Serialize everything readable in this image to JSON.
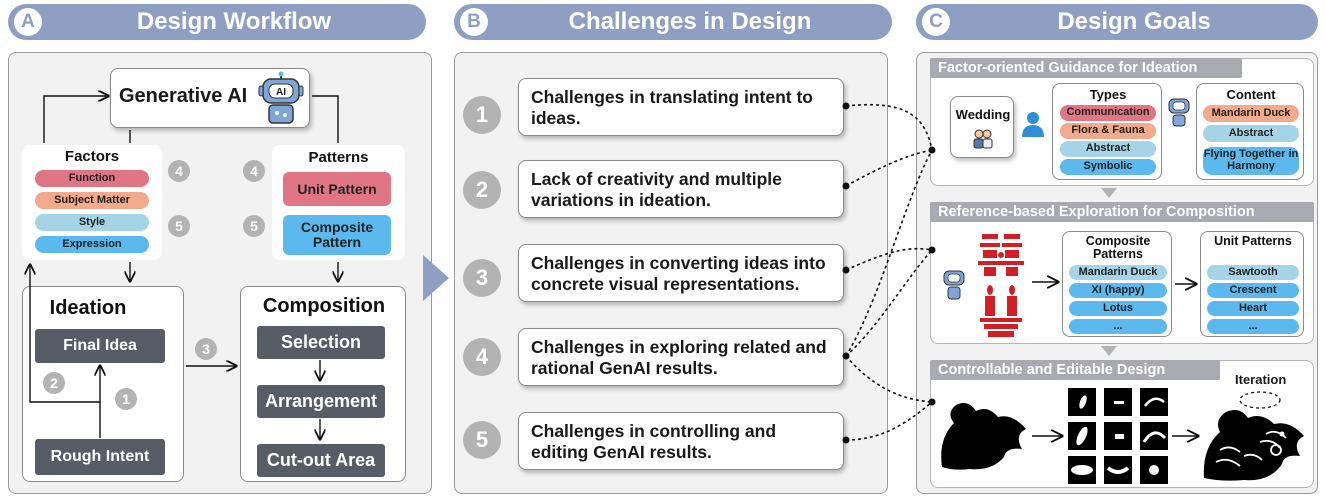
{
  "sectionA": {
    "letter": "A",
    "title": "Design Workflow",
    "generative_ai": "Generative AI",
    "ai_label": "AI",
    "factors": {
      "title": "Factors",
      "items": [
        "Function",
        "Subject Matter",
        "Style",
        "Expression"
      ]
    },
    "patterns": {
      "title": "Patterns",
      "unit": "Unit Pattern",
      "composite": "Composite Pattern"
    },
    "steps": [
      "4",
      "5",
      "4",
      "5",
      "3",
      "2",
      "1"
    ],
    "ideation": {
      "title": "Ideation",
      "final_idea": "Final Idea",
      "rough_intent": "Rough Intent"
    },
    "composition": {
      "title": "Composition",
      "selection": "Selection",
      "arrangement": "Arrangement",
      "cutout": "Cut-out Area"
    }
  },
  "sectionB": {
    "letter": "B",
    "title": "Challenges in Design",
    "challenges": [
      {
        "num": "1",
        "text": "Challenges in translating intent to ideas."
      },
      {
        "num": "2",
        "text": "Lack of creativity and multiple variations in ideation."
      },
      {
        "num": "3",
        "text": "Challenges in converting ideas into concrete visual representations."
      },
      {
        "num": "4",
        "text": "Challenges in exploring related and rational GenAI results."
      },
      {
        "num": "5",
        "text": "Challenges in controlling and editing GenAI results."
      }
    ]
  },
  "sectionC": {
    "letter": "C",
    "title": "Design Goals",
    "goal1": {
      "header": "Factor-oriented Guidance for Ideation",
      "wedding": "Wedding",
      "types_title": "Types",
      "types": [
        "Communication",
        "Flora & Fauna",
        "Abstract",
        "Symbolic"
      ],
      "content_title": "Content",
      "content": [
        "Mandarin Duck",
        "Abstract",
        "Flying Together in Harmony"
      ]
    },
    "goal2": {
      "header": "Reference-based Exploration for Composition",
      "composite_title": "Composite Patterns",
      "composite": [
        "Mandarin Duck",
        "XI (happy)",
        "Lotus",
        "..."
      ],
      "unit_title": "Unit Patterns",
      "unit": [
        "Sawtooth",
        "Crescent",
        "Heart",
        "..."
      ]
    },
    "goal3": {
      "header": "Controllable and Editable Design",
      "iteration": "Iteration"
    }
  },
  "colors": {
    "header": "#8f9fc4",
    "dark_button": "#575c66",
    "pink": "#e07584",
    "orange": "#f1aa8b",
    "light_blue": "#a5d4e6",
    "blue": "#5cb9ee",
    "paper_cut_red": "#d21f26"
  }
}
